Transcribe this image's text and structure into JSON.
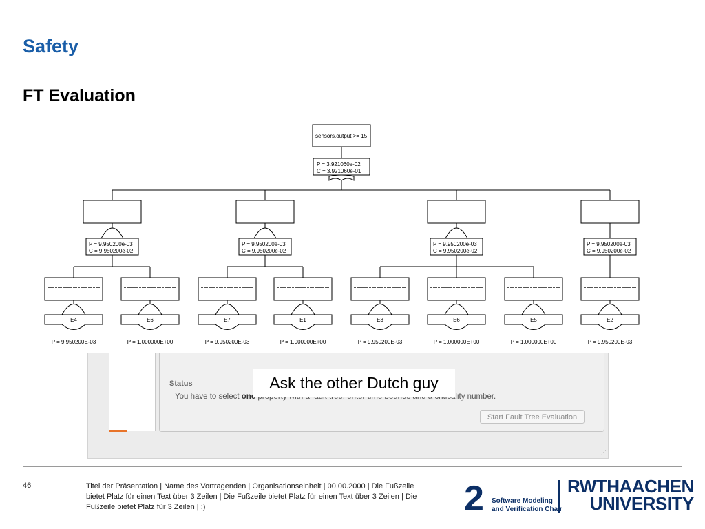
{
  "slide": {
    "title": "Safety",
    "heading": "FT Evaluation",
    "page_number": "46",
    "footer_text": "Titel der Präsentation  |  Name des Vortragenden  |  Organisationseinheit  |  00.00.2000  |  Die Fußzeile bietet Platz für einen Text über 3 Zeilen  |  Die Fußzeile bietet Platz für einen Text über 3 Zeilen  |  Die Fußzeile bietet Platz für 3 Zeilen  | ;)"
  },
  "logos": {
    "chair_line1": "Software Modeling",
    "chair_line2": "and Verification Chair",
    "rwth_line1": "RWTHAACHEN",
    "rwth_line2": "UNIVERSITY"
  },
  "annotation": "Ask the other Dutch guy",
  "fault_tree": {
    "top_event": {
      "label": "sensors.output >= 15",
      "p": "P = 3.921060e-02",
      "c": "C = 3.921060e-01"
    },
    "intermediate": [
      {
        "label": "",
        "p": "P = 9.950200e-03",
        "c": "C = 9.950200e-02"
      },
      {
        "label": "",
        "p": "P = 9.950200e-03",
        "c": "C = 9.950200e-02"
      },
      {
        "label": "",
        "p": "P = 9.950200e-03",
        "c": "C = 9.950200e-02"
      },
      {
        "label": "",
        "p": "P = 9.950200e-03",
        "c": "C = 9.950200e-02"
      }
    ],
    "basic_events": [
      {
        "id": "E4",
        "p": "P = 9.950200E-03"
      },
      {
        "id": "E6",
        "p": "P = 1.000000E+00"
      },
      {
        "id": "E7",
        "p": "P = 9.950200E-03"
      },
      {
        "id": "E1",
        "p": "P = 1.000000E+00"
      },
      {
        "id": "E3",
        "p": "P = 9.950200E-03"
      },
      {
        "id": "E6",
        "p": "P = 1.000000E+00"
      },
      {
        "id": "E5",
        "p": "P = 1.000000E+00"
      },
      {
        "id": "E2",
        "p": "P = 9.950200E-03"
      }
    ]
  },
  "app": {
    "status_label": "Status",
    "status_message_prefix": "You have to select ",
    "status_message_bold": "one",
    "status_message_suffix": " property with a fault tree, enter time bounds and a criticality number.",
    "start_button": "Start Fault Tree Evaluation"
  }
}
